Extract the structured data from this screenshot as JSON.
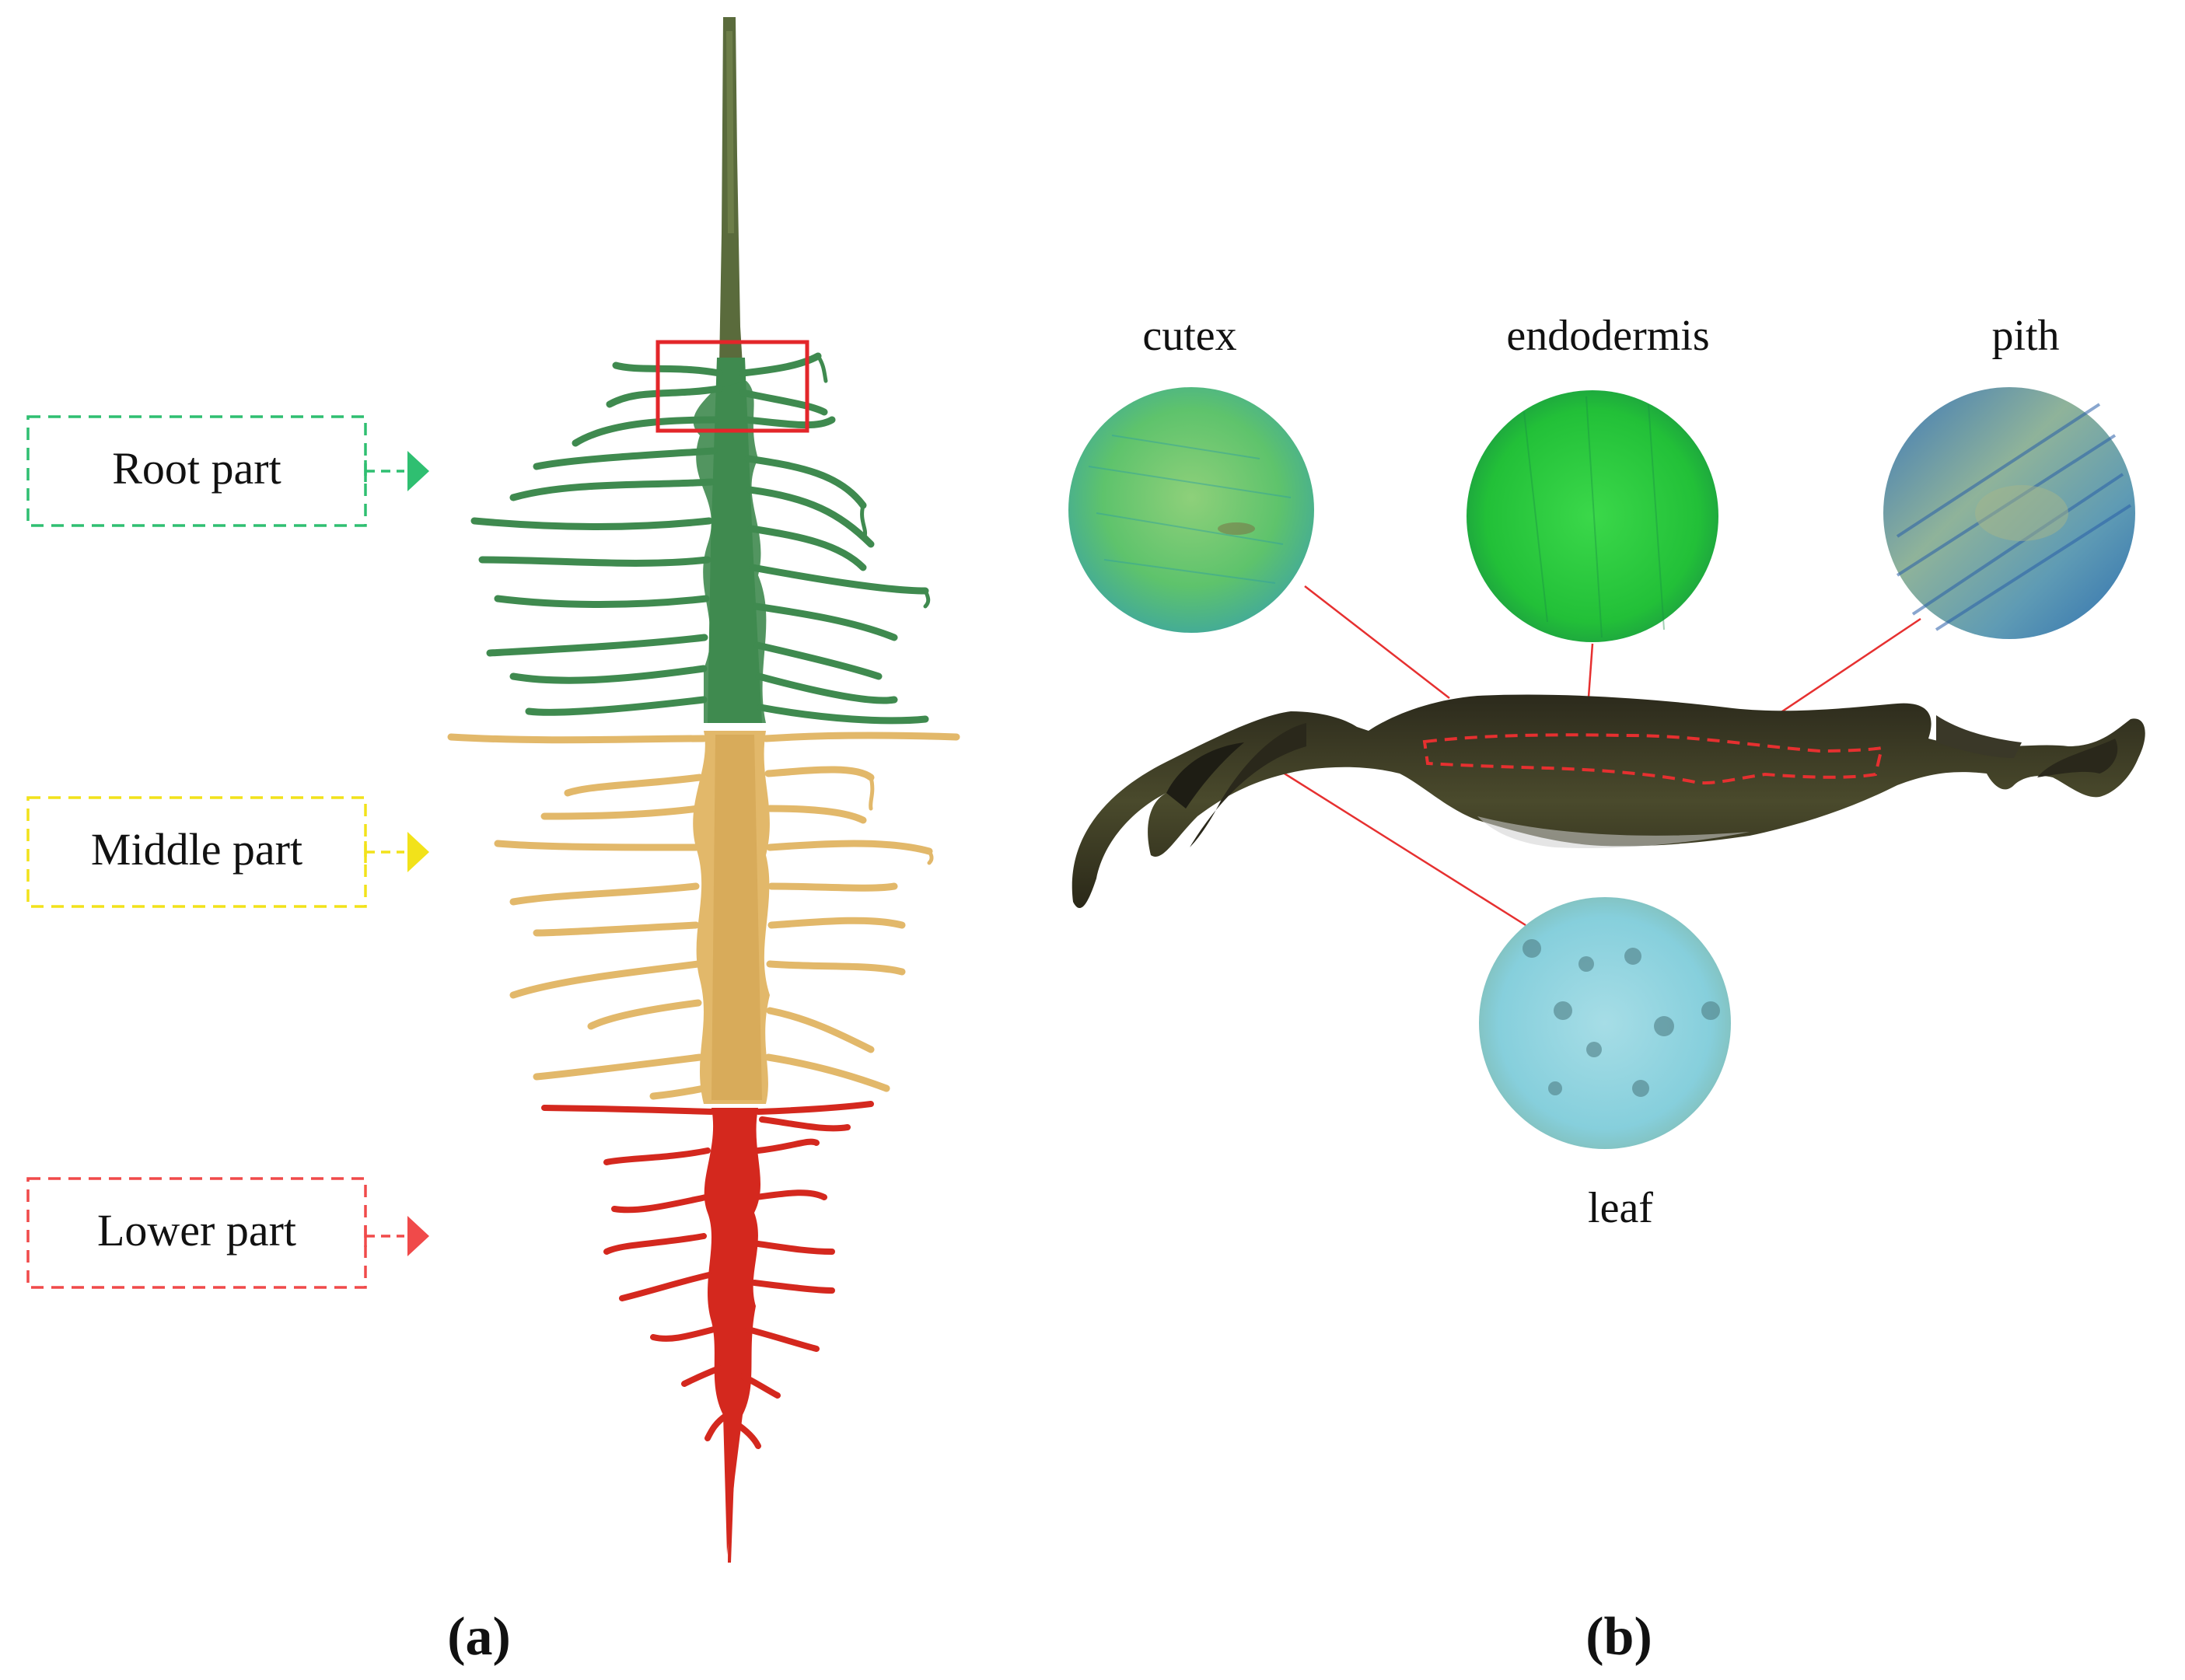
{
  "panel_a": {
    "caption": "(a)",
    "labels": [
      {
        "text": "Root part",
        "color": "#2fbf71"
      },
      {
        "text": "Middle part",
        "color": "#f2e21a"
      },
      {
        "text": "Lower part",
        "color": "#f04a4a"
      }
    ],
    "segment_colors": {
      "stem": "#5a6b3c",
      "root": "#3f8a4f",
      "middle": "#e2b86a",
      "lower": "#d4281e",
      "highlight_box": "#e3262a"
    }
  },
  "panel_b": {
    "caption": "(b)",
    "labels": {
      "cutex": "cutex",
      "endodermis": "endodermis",
      "pith": "pith",
      "leaf": "leaf"
    },
    "colors": {
      "leader_line": "#e63030",
      "section": "#3e3a26",
      "cutex": "#5cc46a",
      "endodermis": "#27c43a",
      "pith": "#6a9bb0",
      "leaf": "#8fd0df"
    }
  }
}
